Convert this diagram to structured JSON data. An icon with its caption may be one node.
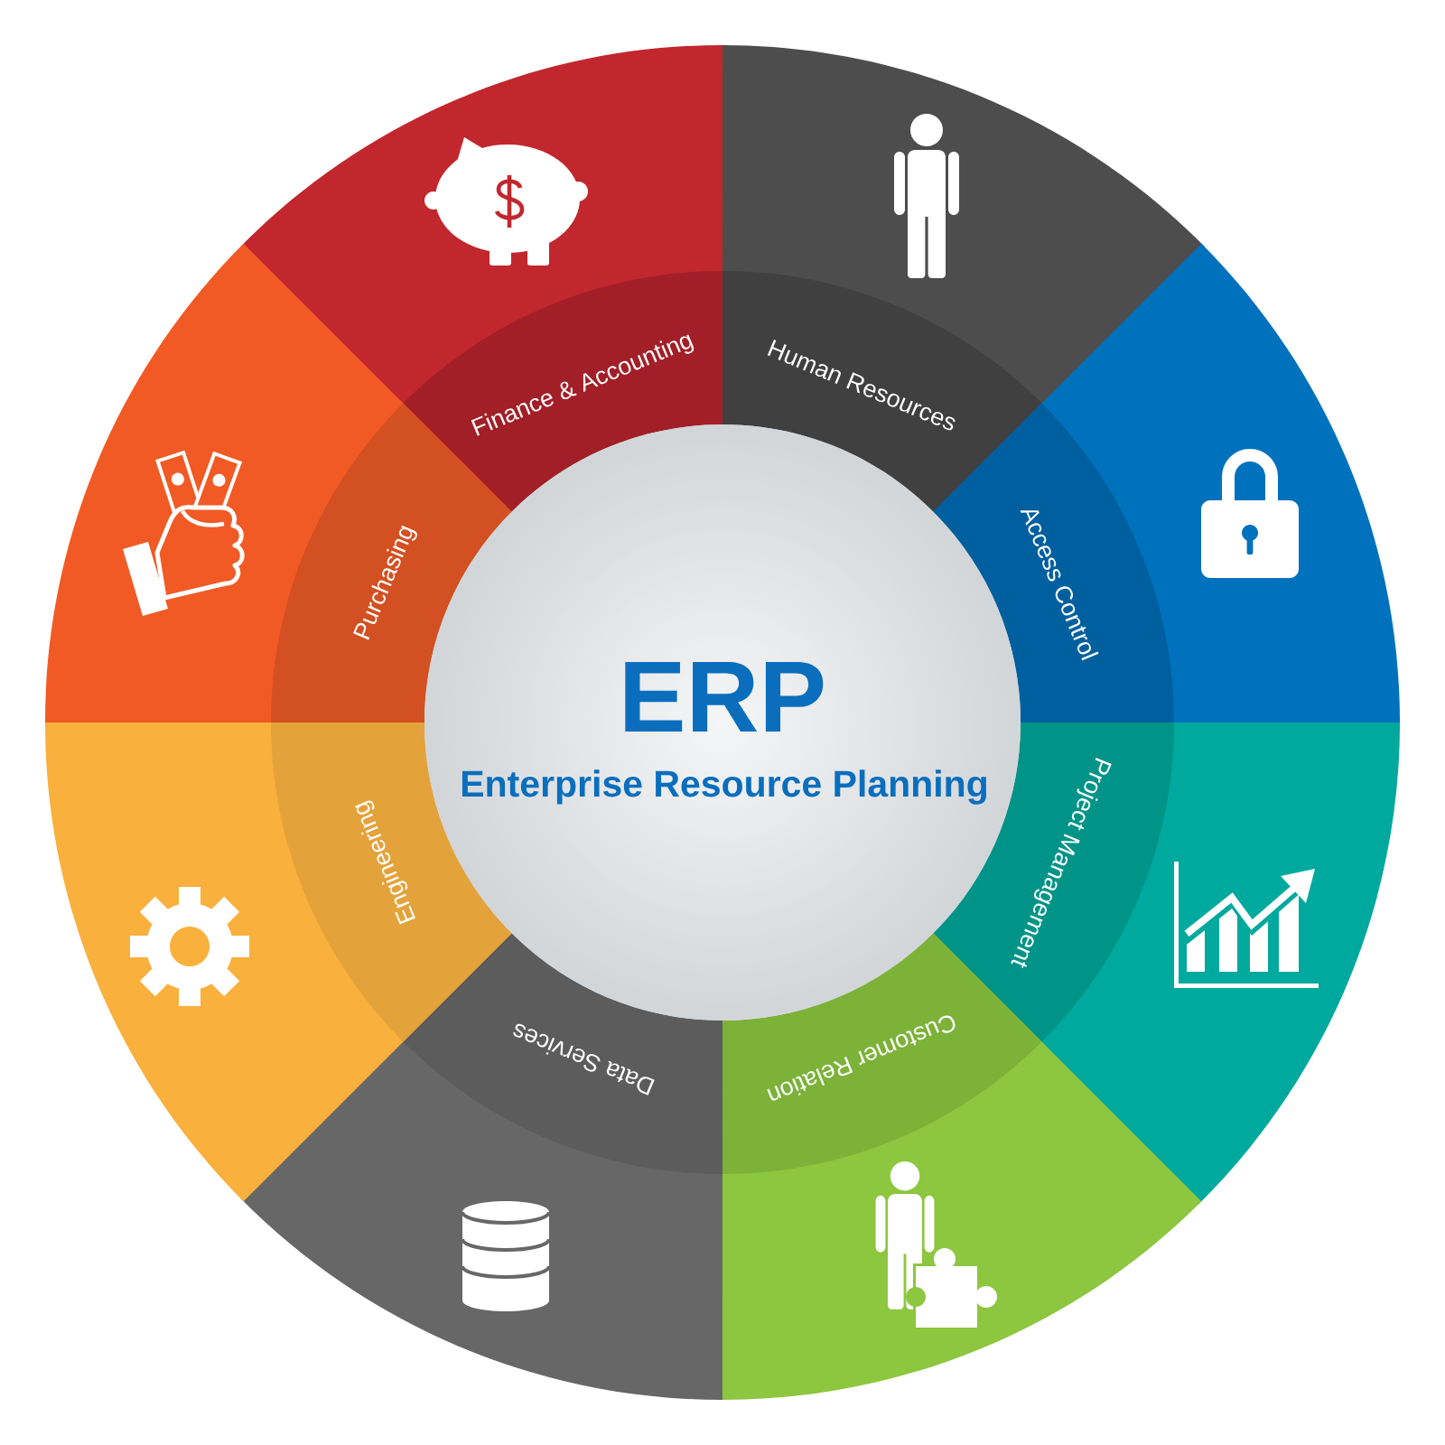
{
  "diagram": {
    "nodes": [
      {
        "text": [
          "ERP",
          "Enterprise Resource Planning"
        ]
      },
      {
        "text": [
          "Finance & Accounting"
        ]
      },
      {
        "text": [
          "Human Resources"
        ]
      },
      {
        "text": [
          "Access Control"
        ]
      },
      {
        "text": [
          "Project Management"
        ]
      },
      {
        "text": [
          "Customer Relation"
        ]
      },
      {
        "text": [
          "Data Services"
        ]
      },
      {
        "text": [
          "Engineering"
        ]
      },
      {
        "text": [
          "Purchasing"
        ]
      }
    ]
  }
}
